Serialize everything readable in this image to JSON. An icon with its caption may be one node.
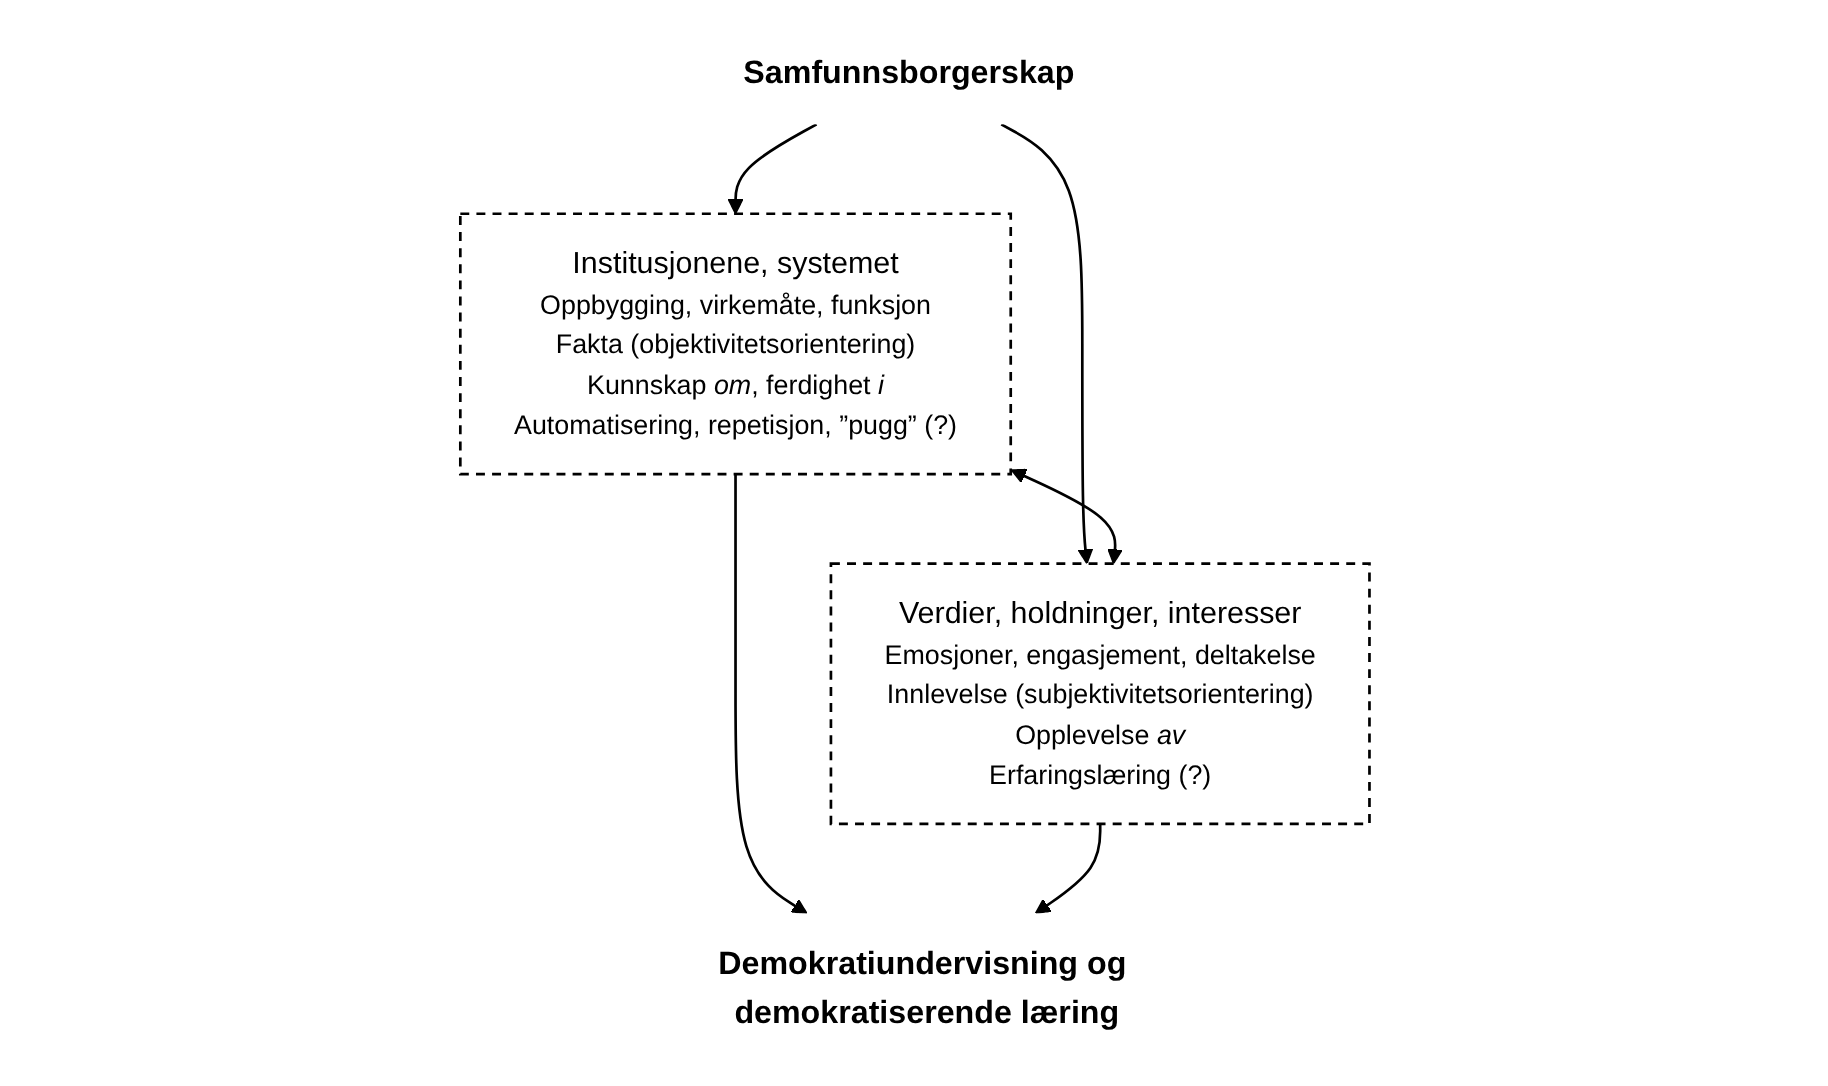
{
  "diagram": {
    "nodes": [
      {
        "text": [
          "Samfunnsborgerskap"
        ]
      },
      {
        "text": [
          "Institusjonene, systemet",
          "Oppbygging, virkemåte, funksjon",
          "Fakta (objektivitetsorientering)",
          "Kunnskap *om*, ferdighet *i*",
          "Automatisering, repetisjon, ”pugg” (?)"
        ]
      },
      {
        "text": [
          "Verdier, holdninger, interesser",
          "Emosjoner, engasjement, deltakelse",
          "Innlevelse (subjektivitetsorientering)",
          "Opplevelse *av*",
          "Erfaringslæring (?)"
        ]
      },
      {
        "text": [
          "Demokratiundervisning og demokratiserende læring"
        ]
      }
    ],
    "edges": [
      {
        "from": 0,
        "to": 1,
        "arrow": "to"
      },
      {
        "from": 0,
        "to": 2,
        "arrow": "to"
      },
      {
        "from": 1,
        "to": 2,
        "arrow": "both"
      },
      {
        "from": 1,
        "to": 3,
        "arrow": "to"
      },
      {
        "from": 2,
        "to": 3,
        "arrow": "to"
      }
    ]
  }
}
